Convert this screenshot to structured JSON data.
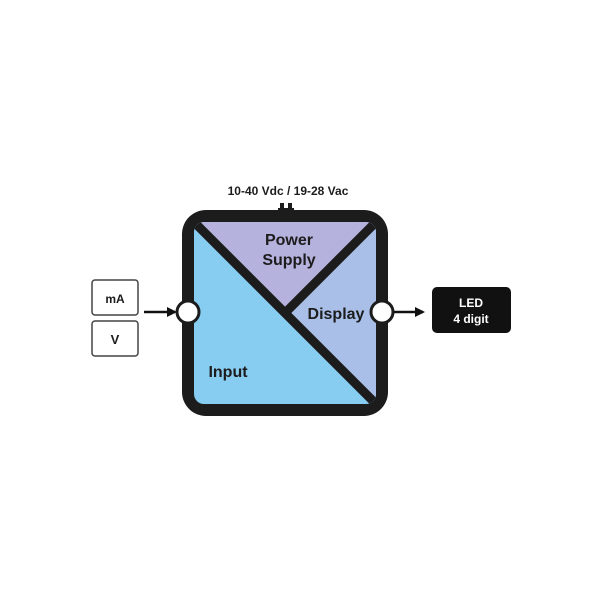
{
  "power_label": "10-40 Vdc / 19-28 Vac",
  "inputs": [
    {
      "label": "mA"
    },
    {
      "label": "V"
    }
  ],
  "sections": {
    "power_line1": "Power",
    "power_line2": "Supply",
    "display": "Display",
    "input": "Input"
  },
  "output": {
    "line1": "LED",
    "line2": "4 digit"
  },
  "colors": {
    "frame": "#1c1c1c",
    "input_fill": "#87cdf1",
    "power_fill": "#b6b2de",
    "display_fill": "#a9bfe8",
    "led_box": "#111111",
    "led_text": "#ffffff"
  }
}
